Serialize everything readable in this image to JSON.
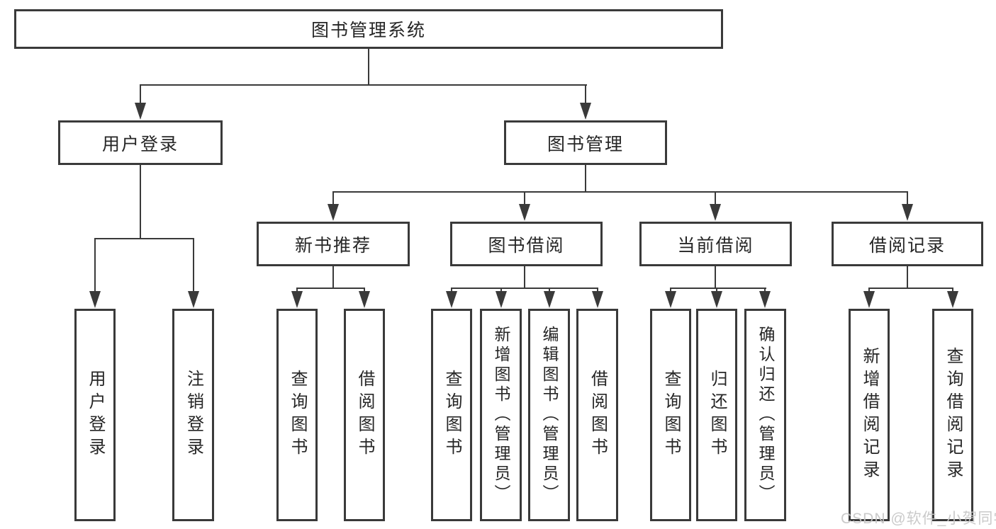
{
  "tree": {
    "label": "图书管理系统",
    "children": [
      {
        "label": "用户登录",
        "children": [
          {
            "label": "用户登录"
          },
          {
            "label": "注销登录"
          }
        ]
      },
      {
        "label": "图书管理",
        "children": [
          {
            "label": "新书推荐",
            "children": [
              {
                "label": "查询图书"
              },
              {
                "label": "借阅图书"
              }
            ]
          },
          {
            "label": "图书借阅",
            "children": [
              {
                "label": "查询图书"
              },
              {
                "label": "新增图书（管理员）"
              },
              {
                "label": "编辑图书（管理员）"
              },
              {
                "label": "借阅图书"
              }
            ]
          },
          {
            "label": "当前借阅",
            "children": [
              {
                "label": "查询图书"
              },
              {
                "label": "归还图书"
              },
              {
                "label": "确认归还（管理员）"
              }
            ]
          },
          {
            "label": "借阅记录",
            "children": [
              {
                "label": "新增借阅记录"
              },
              {
                "label": "查询借阅记录"
              }
            ]
          }
        ]
      }
    ]
  },
  "watermark": {
    "text": "CSDN @软件_小贺同学"
  },
  "colors": {
    "line": "#3a3a3a",
    "text": "#262626",
    "watermark": "#c6c6c6",
    "background": "#ffffff"
  }
}
